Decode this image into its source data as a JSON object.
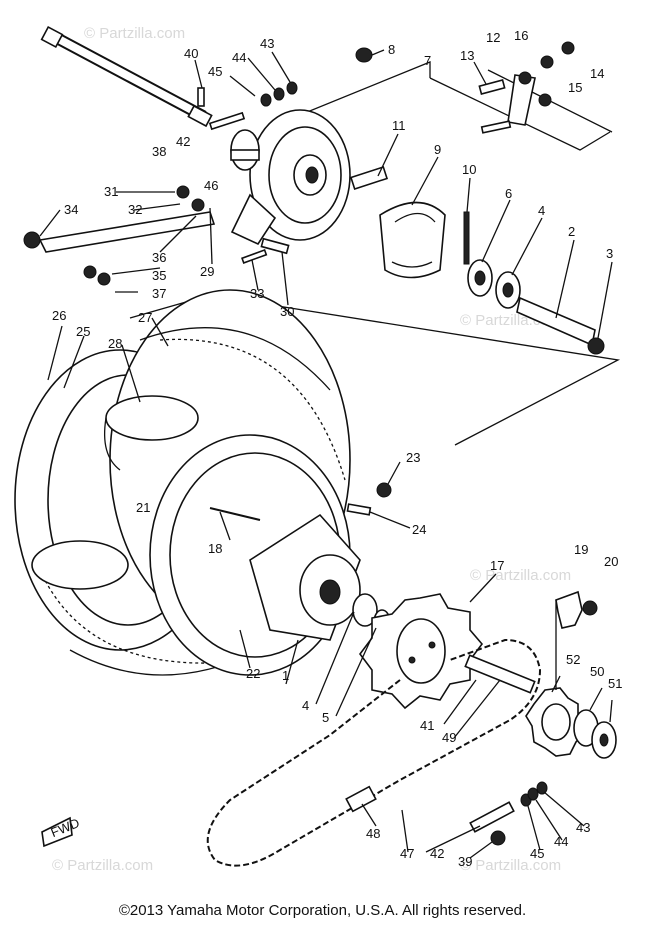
{
  "watermark": "© Partzilla.com",
  "copyright": "©2013  Yamaha Motor Corporation, U.S.A. All rights reserved.",
  "fwd_label": "FWD",
  "callouts": {
    "c1": "1",
    "c2": "2",
    "c3": "3",
    "c4a": "4",
    "c4b": "4",
    "c5": "5",
    "c6": "6",
    "c7": "7",
    "c8": "8",
    "c9": "9",
    "c10": "10",
    "c11": "11",
    "c12": "12",
    "c13": "13",
    "c14": "14",
    "c15": "15",
    "c16": "16",
    "c17": "17",
    "c18": "18",
    "c19": "19",
    "c20": "20",
    "c21": "21",
    "c22": "22",
    "c23": "23",
    "c24": "24",
    "c25": "25",
    "c26": "26",
    "c27": "27",
    "c28": "28",
    "c29": "29",
    "c30": "30",
    "c31": "31",
    "c32": "32",
    "c33": "33",
    "c34": "34",
    "c35": "35",
    "c36": "36",
    "c37": "37",
    "c38": "38",
    "c39": "39",
    "c40": "40",
    "c41": "41",
    "c42a": "42",
    "c42b": "42",
    "c43a": "43",
    "c43b": "43",
    "c44a": "44",
    "c44b": "44",
    "c45a": "45",
    "c45b": "45",
    "c46": "46",
    "c47": "47",
    "c48": "48",
    "c49": "49",
    "c50": "50",
    "c51": "51",
    "c52": "52"
  }
}
